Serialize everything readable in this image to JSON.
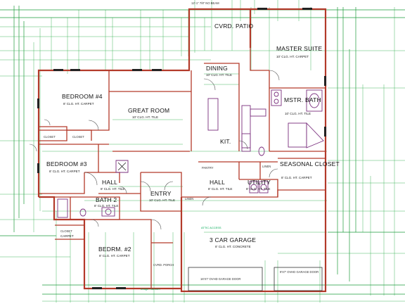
{
  "rooms": {
    "covered_patio": {
      "label": "CVRD. PATIO"
    },
    "master_suite": {
      "label": "MASTER SUITE",
      "sub": "10' CLG. HT. CARPET"
    },
    "dining": {
      "label": "DINING",
      "sub": "10' CLG. HT. TILE"
    },
    "bedroom4": {
      "label": "BEDROOM #4",
      "sub": "8' CLG. HT. CARPET"
    },
    "great_room": {
      "label": "GREAT ROOM",
      "sub": "10' CLG. HT. TILE"
    },
    "mstr_bath": {
      "label": "MSTR. BATH",
      "sub": "10' CLG. HT. TILE"
    },
    "closet_upper": {
      "label": "CLOSET"
    },
    "closet_upper2": {
      "label": "CLOSET"
    },
    "kit": {
      "label": "KIT."
    },
    "bedroom3": {
      "label": "BEDROOM #3",
      "sub": "8' CLG. HT. CARPET"
    },
    "seasonal_closet": {
      "label": "SEASONAL CLOSET",
      "sub": "8' CLG. HT. CARPET"
    },
    "pantry": {
      "label": "PANTRY"
    },
    "linen_upper": {
      "label": "LINEN"
    },
    "hall_left": {
      "label": "HALL",
      "sub": "8' CLG. HT. TILE"
    },
    "entry": {
      "label": "ENTRY",
      "sub": "10' CLG. HT. TILE"
    },
    "hall_right": {
      "label": "HALL",
      "sub": "8' CLG. HT. TILE"
    },
    "utility": {
      "label": "UTILITY",
      "sub": "8' CLG. HT. TILE"
    },
    "bath2": {
      "label": "BATH 2",
      "sub": "8' CLG. HT. TILE"
    },
    "linen_lower": {
      "label": "LINEN"
    },
    "closet_lower": {
      "label": "CLOSET",
      "sub": "CARPET"
    },
    "bedroom2": {
      "label": "BEDRM. #2",
      "sub": "8' CLG. HT. CARPET"
    },
    "garage": {
      "label": "3 CAR GARAGE",
      "sub": "8' CLG. HT. CONCRETE"
    },
    "cvrd_porch": {
      "label": "CVRD. PORCH"
    }
  },
  "notes": {
    "garage_door_left": "16'X7' OVHD GARAGE DOOR",
    "garage_door_right": "9'X7' OVHD GARAGE DOOR",
    "attic_access": "ATTIC ACCESS",
    "bottom_watermark": "Image: har.com",
    "top_dim": "12'-1\" 7/8\" NO BEAM"
  },
  "colors": {
    "dimension_lines": "#1e9b3c",
    "walls": "#b33a2a",
    "fixtures": "#7a2f7e",
    "background": "#ffffff"
  }
}
